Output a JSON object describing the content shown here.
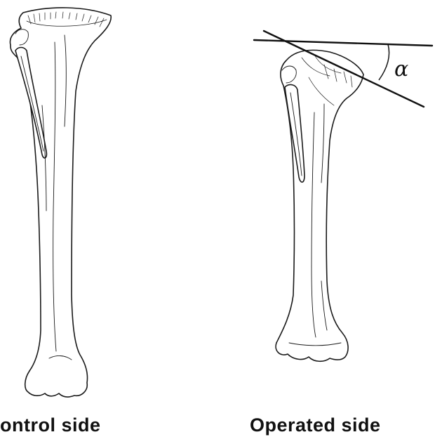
{
  "captions": {
    "control": "ontrol  side",
    "operated": "Operated  side"
  },
  "angle": {
    "symbol": "α"
  }
}
